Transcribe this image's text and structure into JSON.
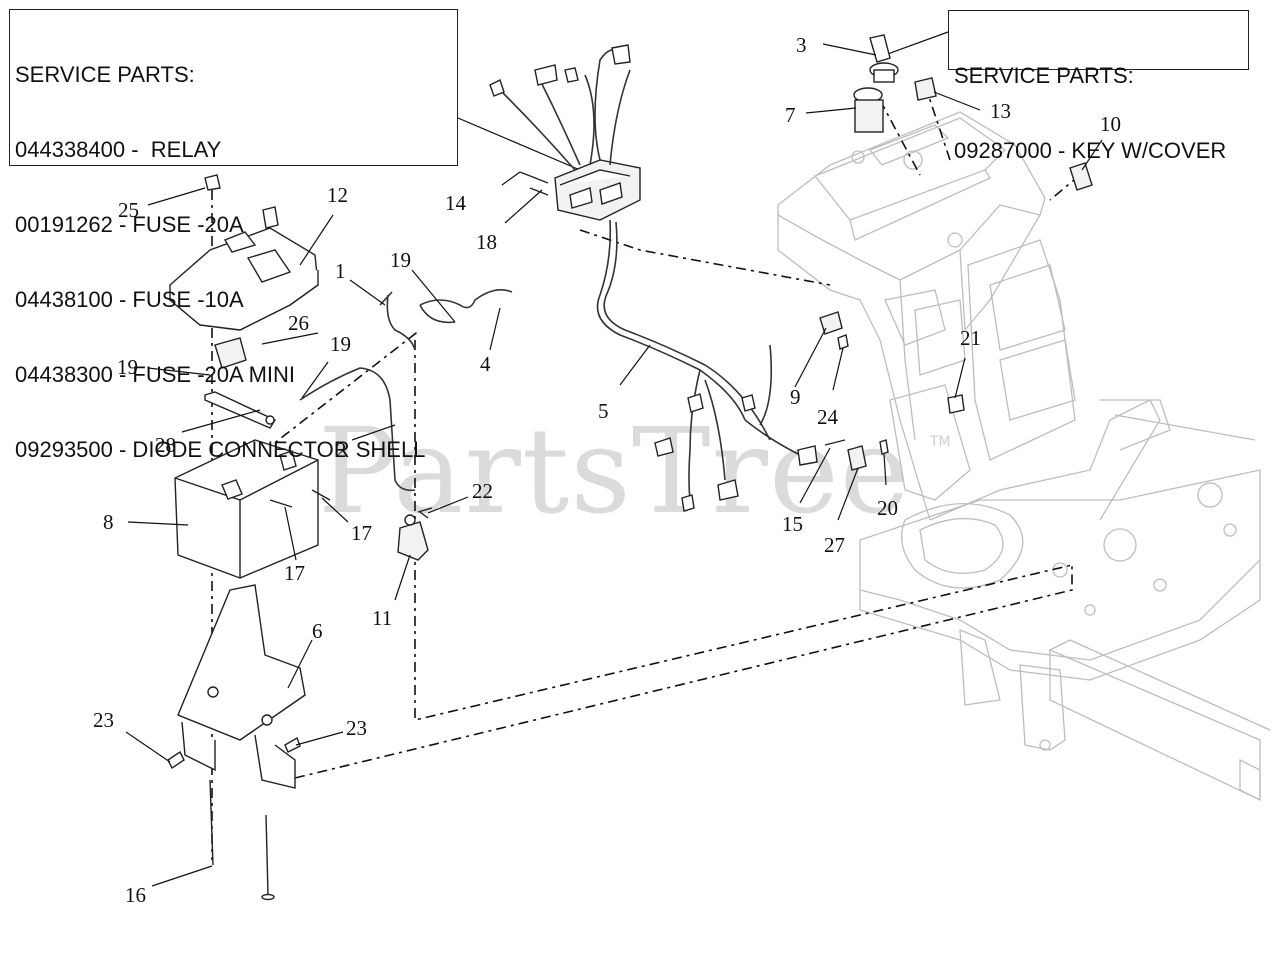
{
  "service_parts_left": {
    "lines": [
      "SERVICE PARTS:",
      "044338400 -  RELAY",
      "00191262 - FUSE -20A",
      "04438100 - FUSE -10A",
      "04438300 - FUSE -20A MINI",
      "09293500 - DIODE CONNECTOR SHELL"
    ]
  },
  "service_parts_right": {
    "lines": [
      "SERVICE PARTS:",
      "09287000 - KEY W/COVER"
    ]
  },
  "watermark": {
    "text": "PartsTree",
    "tm": "TM"
  },
  "callouts": {
    "c1": "1",
    "c2": "2",
    "c3": "3",
    "c4": "4",
    "c5": "5",
    "c6": "6",
    "c7": "7",
    "c8": "8",
    "c9": "9",
    "c10": "10",
    "c11": "11",
    "c12": "12",
    "c13": "13",
    "c14": "14",
    "c15": "15",
    "c16": "16",
    "c17a": "17",
    "c17b": "17",
    "c18": "18",
    "c19a": "19",
    "c19b": "19",
    "c19c": "19",
    "c20": "20",
    "c21": "21",
    "c22": "22",
    "c23a": "23",
    "c23b": "23",
    "c24": "24",
    "c25": "25",
    "c26": "26",
    "c27": "27",
    "c28": "28"
  }
}
